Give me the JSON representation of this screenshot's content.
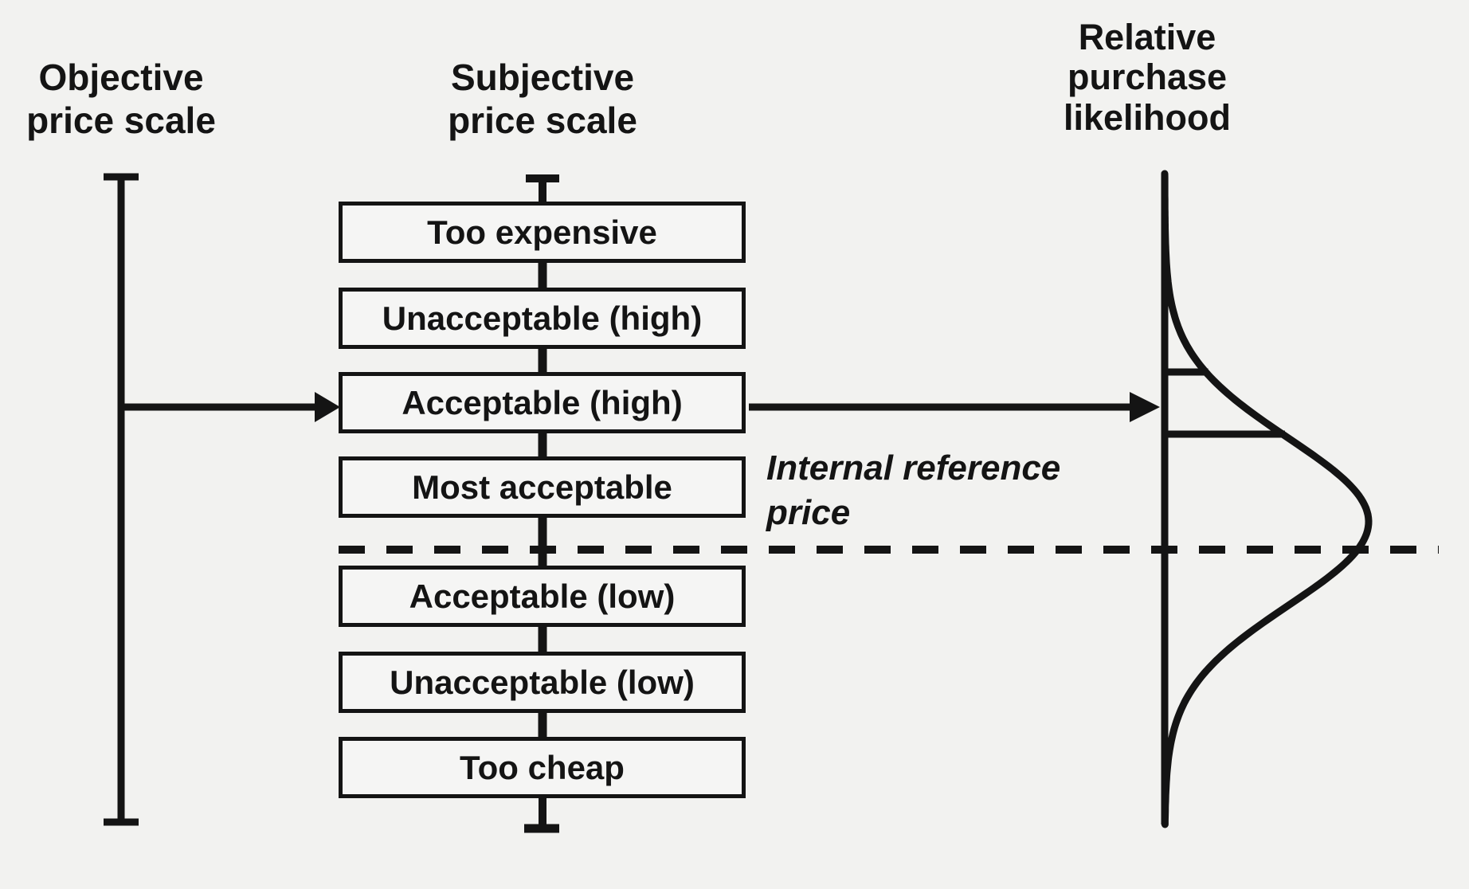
{
  "titles": {
    "objective": "Objective\nprice scale",
    "subjective": "Subjective\nprice scale",
    "likelihood": "Relative\npurchase\nlikelihood"
  },
  "subjective_scale": {
    "levels": [
      "Too expensive",
      "Unacceptable (high)",
      "Acceptable (high)",
      "Most acceptable",
      "Acceptable (low)",
      "Unacceptable (low)",
      "Too cheap"
    ]
  },
  "annotations": {
    "internal_reference_price": "Internal reference\nprice"
  },
  "likelihood_curve": {
    "type": "area",
    "description": "Bell-shaped relative purchase likelihood distribution along the price axis, peaking at the internal reference price; upper and lower tick lines bracket the Acceptable (high) range, which maps from the Acceptable (high) box via an arrow.",
    "peak_at": "Internal reference price (dashed line)"
  },
  "colors": {
    "ink": "#141414",
    "background": "#f2f2f0",
    "box_fill": "#f5f5f4"
  }
}
